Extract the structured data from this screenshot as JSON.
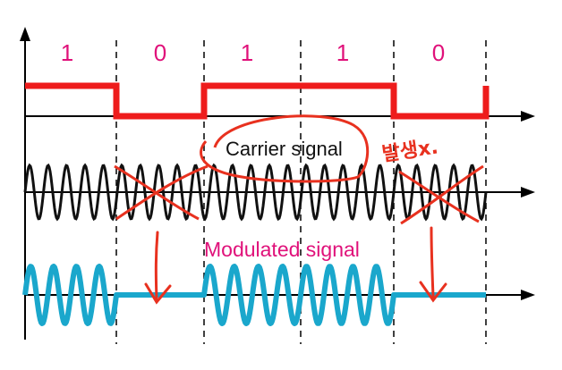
{
  "bits": [
    "1",
    "0",
    "1",
    "1",
    "0"
  ],
  "labels": {
    "carrier": "Carrier signal",
    "modulated": "Modulated signal",
    "handwritten_note": "발생x."
  },
  "colors": {
    "digital": "#ee1c1c",
    "carrier": "#111111",
    "modulated": "#1aa7cc",
    "annotation": "#e8311f",
    "bit_label": "#e0117a"
  }
}
